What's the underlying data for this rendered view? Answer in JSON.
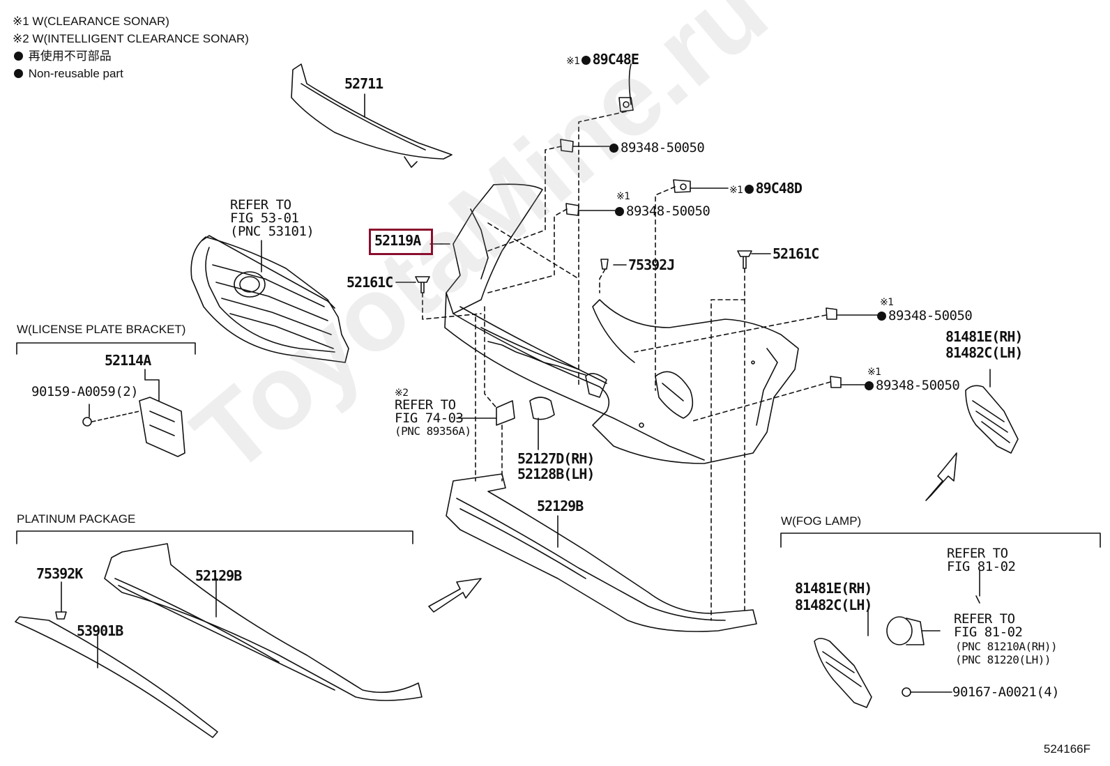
{
  "legend": {
    "note1": "※1 W(CLEARANCE SONAR)",
    "note2": "※2 W(INTELLIGENT CLEARANCE SONAR)",
    "nonreusable_jp": "再使用不可部品",
    "nonreusable_en": "Non-reusable part"
  },
  "parts": {
    "p52711": "52711",
    "grille_ref": [
      "REFER TO",
      "FIG 53-01",
      "(PNC 53101)"
    ],
    "p52119A": "52119A",
    "p52161C_left": "52161C",
    "p52161C_right": "52161C",
    "p75392J": "75392J",
    "p89C48E": "89C48E",
    "p89C48D": "89C48D",
    "p89348_1": "89348-50050",
    "p89348_2": "89348-50050",
    "p89348_3": "89348-50050",
    "p89348_4": "89348-50050",
    "mark1": "※1",
    "mark2": "※2",
    "sonar_ref": [
      "REFER TO",
      "FIG 74-03",
      "(PNC 89356A)"
    ],
    "p52127D": "52127D(RH)",
    "p52128B": "52128B(LH)",
    "p52129B_main": "52129B",
    "p81481E_top": "81481E(RH)",
    "p81482C_top": "81482C(LH)",
    "license_title": "W(LICENSE PLATE BRACKET)",
    "p52114A": "52114A",
    "p90159": "90159-A0059(2)",
    "platinum_title": "PLATINUM PACKAGE",
    "p75392K": "75392K",
    "p52129B_plat": "52129B",
    "p53901B": "53901B",
    "fog_title": "W(FOG LAMP)",
    "fog_ref1": [
      "REFER TO",
      "FIG 81-02"
    ],
    "fog_ref2": [
      "REFER TO",
      "FIG 81-02",
      "(PNC 81210A(RH))",
      "(PNC 81220(LH))"
    ],
    "p81481E_fog": "81481E(RH)",
    "p81482C_fog": "81482C(LH)",
    "p90167": "90167-A0021(4)"
  },
  "figure_number": "524166F",
  "watermark": "ToyotaMine.ru",
  "highlight_color": "#8a0e2e"
}
